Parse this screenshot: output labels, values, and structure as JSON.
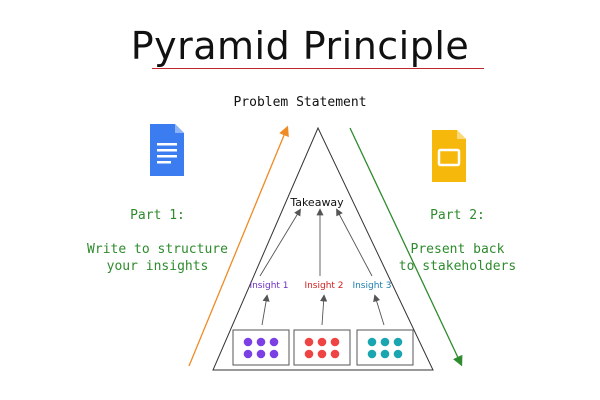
{
  "title": "Pyramid Principle",
  "problem_statement": "Problem Statement",
  "takeaway": "Takeaway",
  "insights": [
    {
      "label": "Insight 1",
      "color": "#6b2fc4",
      "dot_color": "#7b3fe4"
    },
    {
      "label": "Insight 2",
      "color": "#d02020",
      "dot_color": "#ef4444"
    },
    {
      "label": "Insight 3",
      "color": "#1a7fb0",
      "dot_color": "#1aa6b0"
    }
  ],
  "part1": {
    "heading": "Part 1:",
    "text": "Write to structure\nyour insights",
    "icon": "google-docs-icon",
    "icon_color": "#3b7cf0"
  },
  "part2": {
    "heading": "Part 2:",
    "text": "Present back\nto stakeholders",
    "icon": "google-slides-icon",
    "icon_color": "#f6b90b"
  },
  "colors": {
    "title_underline": "#c0262d",
    "part_text": "#2e8b2e",
    "left_arrow": "#f08a24",
    "right_arrow": "#2e8b2e"
  }
}
